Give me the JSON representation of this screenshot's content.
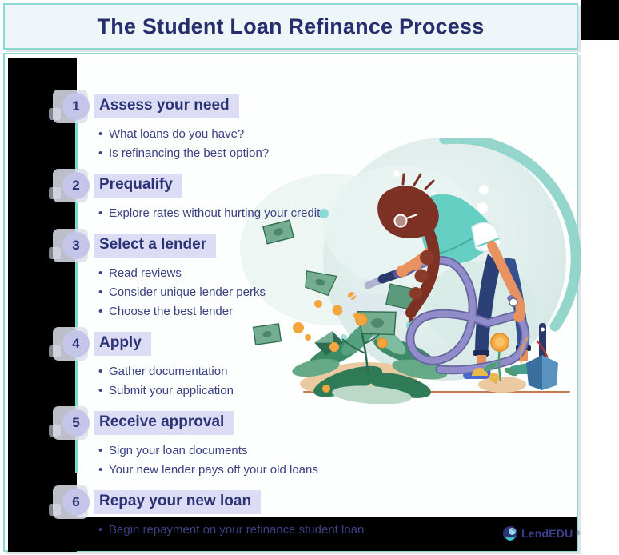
{
  "header": {
    "title": "The Student Loan Refinance Process"
  },
  "steps": [
    {
      "number": "1",
      "heading": "Assess your need",
      "bullets": [
        "What loans do you have?",
        "Is refinancing the best option?"
      ]
    },
    {
      "number": "2",
      "heading": "Prequalify",
      "bullets": [
        "Explore rates without hurting your credit"
      ]
    },
    {
      "number": "3",
      "heading": "Select a lender",
      "bullets": [
        "Read reviews",
        "Consider unique lender perks",
        "Choose the best lender"
      ]
    },
    {
      "number": "4",
      "heading": "Apply",
      "bullets": [
        "Gather documentation",
        "Submit your application"
      ]
    },
    {
      "number": "5",
      "heading": "Receive approval",
      "bullets": [
        "Sign your loan documents",
        "Your new lender pays off your old loans"
      ]
    },
    {
      "number": "6",
      "heading": "Repay your new loan",
      "bullets": [
        "Begin repayment on your refinance student loan"
      ]
    }
  ],
  "footer": {
    "logo_text": "LendEDU",
    "registered_mark": "®"
  },
  "illustration": {
    "description": "Woman watering a money plant with a garden hose; flying dollar bills, coins, coin flower, shovel and sand mounds inside a teal watercolor circle"
  },
  "colors": {
    "border_teal": "#8cd9d3",
    "timeline_teal": "#7cd9d0",
    "title_navy": "#272e6e",
    "heading_navy": "#2b3275",
    "body_indigo": "#3a4080",
    "highlight_lavender": "#dcddf4",
    "number_circle": "#c4c5e8",
    "title_bg": "#eef6fa",
    "overlay_black": "#000000",
    "coin_orange": "#f4a63e",
    "bill_green": "#74ad90",
    "hose_purple": "#918dcb"
  }
}
